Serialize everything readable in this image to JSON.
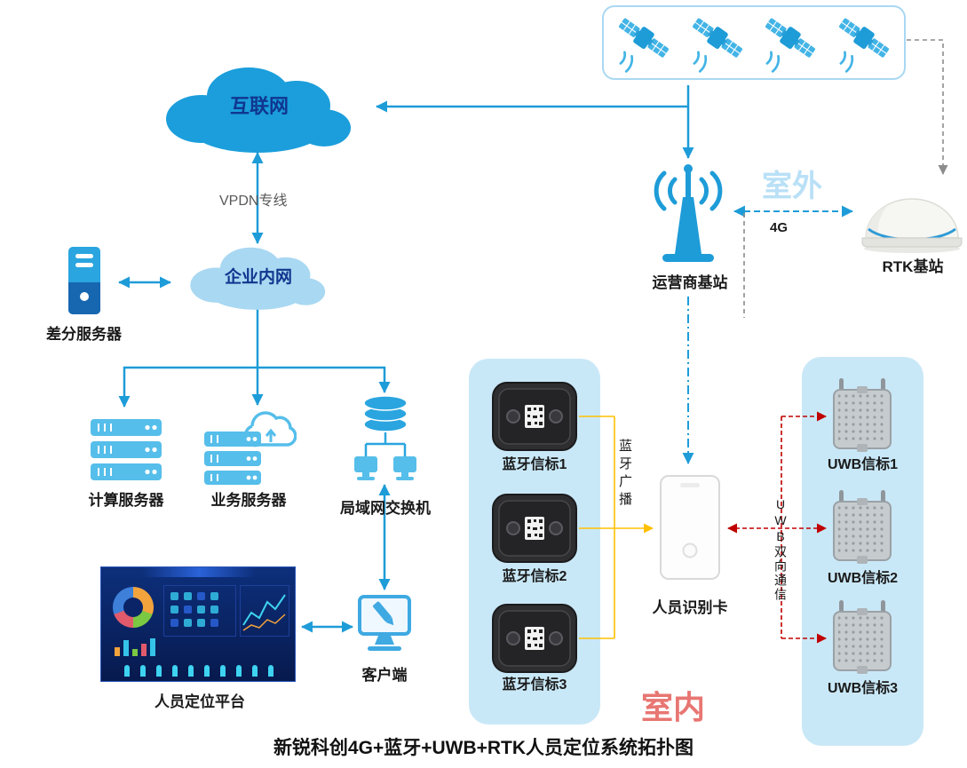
{
  "title": "新锐科创4G+蓝牙+UWB+RTK人员定位系统拓扑图",
  "zones": {
    "outdoor": "室外",
    "indoor": "室内"
  },
  "nodes": {
    "internet": "互联网",
    "intranet": "企业内网",
    "diff_server": "差分服务器",
    "compute_server": "计算服务器",
    "business_server": "业务服务器",
    "lan_switch": "局域网交换机",
    "platform": "人员定位平台",
    "client": "客户端",
    "carrier_station": "运营商基站",
    "rtk_station": "RTK基站",
    "id_card": "人员识别卡",
    "bt_beacons": [
      "蓝牙信标1",
      "蓝牙信标2",
      "蓝牙信标3"
    ],
    "uwb_beacons": [
      "UWB信标1",
      "UWB信标2",
      "UWB信标3"
    ]
  },
  "links": {
    "vpdn": "VPDN专线",
    "net_4g": "4G",
    "bt_broadcast": "蓝牙广播",
    "uwb_comm": "UWB双向通信"
  },
  "colors": {
    "primary_blue": "#1E9CD8",
    "panel_blue": "#C9E8F7",
    "yellow_link": "#FFC000",
    "red_link": "#C00000",
    "outdoor_text": "#B9E0F6",
    "indoor_text": "#E87672"
  }
}
